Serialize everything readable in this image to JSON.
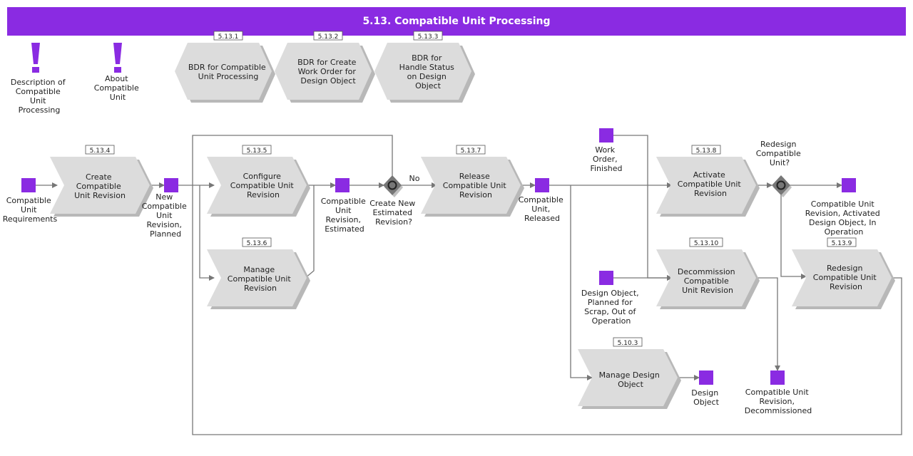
{
  "title": "5.13. Compatible Unit Processing",
  "colors": {
    "accent": "#8a2be2",
    "process": "#dcdcdc",
    "connector": "#777777"
  },
  "info_items": [
    {
      "label": [
        "Description of",
        "Compatible",
        "Unit",
        "Processing"
      ]
    },
    {
      "label": [
        "About",
        "Compatible",
        "Unit"
      ]
    }
  ],
  "bdr_items": [
    {
      "id": "5.13.1",
      "label": [
        "BDR for Compatible",
        "Unit Processing"
      ]
    },
    {
      "id": "5.13.2",
      "label": [
        "BDR for Create",
        "Work Order for",
        "Design Object"
      ]
    },
    {
      "id": "5.13.3",
      "label": [
        "BDR for",
        "Handle Status",
        "on Design",
        "Object"
      ]
    }
  ],
  "processes": [
    {
      "id": "5.13.4",
      "label": [
        "Create",
        "Compatible",
        "Unit Revision"
      ]
    },
    {
      "id": "5.13.5",
      "label": [
        "Configure",
        "Compatible Unit",
        "Revision"
      ]
    },
    {
      "id": "5.13.6",
      "label": [
        "Manage",
        "Compatible Unit",
        "Revision"
      ]
    },
    {
      "id": "5.13.7",
      "label": [
        "Release",
        "Compatible Unit",
        "Revision"
      ]
    },
    {
      "id": "5.13.8",
      "label": [
        "Activate",
        "Compatible Unit",
        "Revision"
      ]
    },
    {
      "id": "5.13.10",
      "label": [
        "Decommission",
        "Compatible",
        "Unit Revision"
      ]
    },
    {
      "id": "5.10.3",
      "label": [
        "Manage Design",
        "Object"
      ]
    },
    {
      "id": "5.13.9",
      "label": [
        "Redesign",
        "Compatible Unit",
        "Revision"
      ]
    }
  ],
  "data_objects": [
    {
      "label": [
        "Compatible",
        "Unit",
        "Requirements"
      ]
    },
    {
      "label": [
        "New",
        "Compatible",
        "Unit",
        "Revision,",
        "Planned"
      ]
    },
    {
      "label": [
        "Compatible",
        "Unit",
        "Revision,",
        "Estimated"
      ]
    },
    {
      "label": [
        "Compatible",
        "Unit,",
        "Released"
      ]
    },
    {
      "label": [
        "Work",
        "Order,",
        "Finished"
      ]
    },
    {
      "label": [
        "Compatible Unit",
        "Revision, Activated",
        "Design Object, In",
        "Operation"
      ]
    },
    {
      "label": [
        "Design Object,",
        "Planned for",
        "Scrap, Out of",
        "Operation"
      ]
    },
    {
      "label": [
        "Design",
        "Object"
      ]
    },
    {
      "label": [
        "Compatible Unit",
        "Revision,",
        "Decommissioned"
      ]
    }
  ],
  "gateways": [
    {
      "label": [
        "Create New",
        "Estimated",
        "Revision?"
      ]
    },
    {
      "label": [
        "Redesign",
        "Compatible",
        "Unit?"
      ]
    }
  ],
  "edge_labels": {
    "no": "No"
  }
}
